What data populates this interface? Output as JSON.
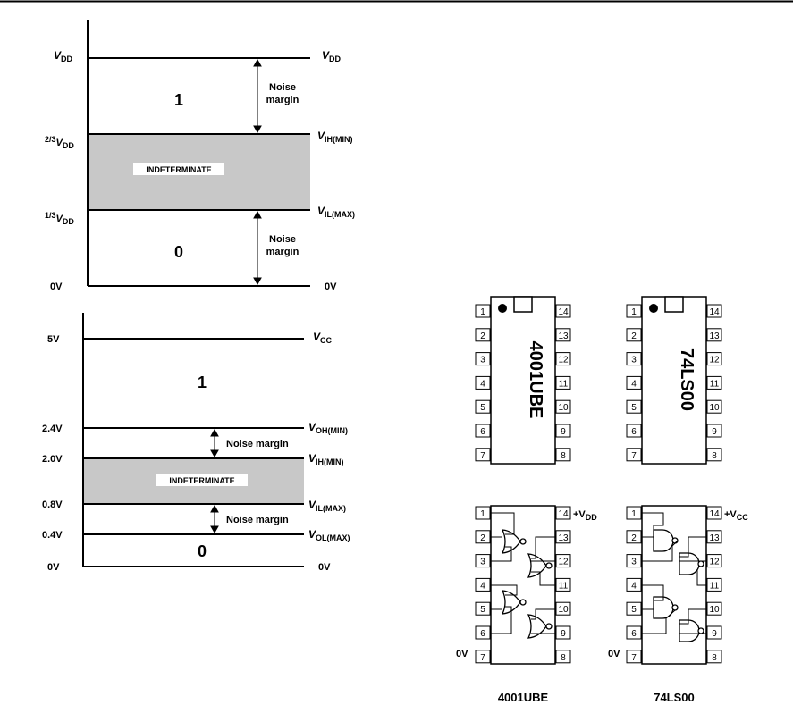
{
  "cmos_diagram": {
    "left_labels": {
      "top": {
        "var": "V",
        "sub": "DD"
      },
      "two_thirds": {
        "frac": "2/3",
        "var": "V",
        "sub": "DD"
      },
      "one_third": {
        "frac": "1/3",
        "var": "V",
        "sub": "DD"
      },
      "bottom": "0V"
    },
    "right_labels": {
      "top": {
        "var": "V",
        "sub": "DD"
      },
      "ih": {
        "var": "V",
        "sub": "IH(MIN)"
      },
      "il": {
        "var": "V",
        "sub": "IL(MAX)"
      },
      "bottom": "0V"
    },
    "logic_high": "1",
    "logic_low": "0",
    "indeterminate": "INDETERMINATE",
    "noise_margin_line1": "Noise",
    "noise_margin_line2": "margin"
  },
  "ttl_diagram": {
    "left_labels": [
      "5V",
      "2.4V",
      "2.0V",
      "0.8V",
      "0.4V",
      "0V"
    ],
    "right_labels": {
      "cc": {
        "var": "V",
        "sub": "CC"
      },
      "oh": {
        "var": "V",
        "sub": "OH(MIN)"
      },
      "ih": {
        "var": "V",
        "sub": "IH(MIN)"
      },
      "il": {
        "var": "V",
        "sub": "IL(MAX)"
      },
      "ol": {
        "var": "V",
        "sub": "OL(MAX)"
      },
      "bottom": "0V"
    },
    "logic_high": "1",
    "logic_low": "0",
    "indeterminate": "INDETERMINATE",
    "noise_margin": "Noise margin"
  },
  "chips": [
    {
      "name": "4001UBE",
      "supply": {
        "prefix": "+V",
        "sub": "DD"
      },
      "ground": "0V",
      "gate_type": "NOR"
    },
    {
      "name": "74LS00",
      "supply": {
        "prefix": "+V",
        "sub": "CC"
      },
      "ground": "0V",
      "gate_type": "NAND"
    }
  ],
  "pins_left": [
    "1",
    "2",
    "3",
    "4",
    "5",
    "6",
    "7"
  ],
  "pins_right": [
    "14",
    "13",
    "12",
    "11",
    "10",
    "9",
    "8"
  ],
  "colors": {
    "indeterminate_fill": "#c8c8c8",
    "line": "#000000"
  }
}
